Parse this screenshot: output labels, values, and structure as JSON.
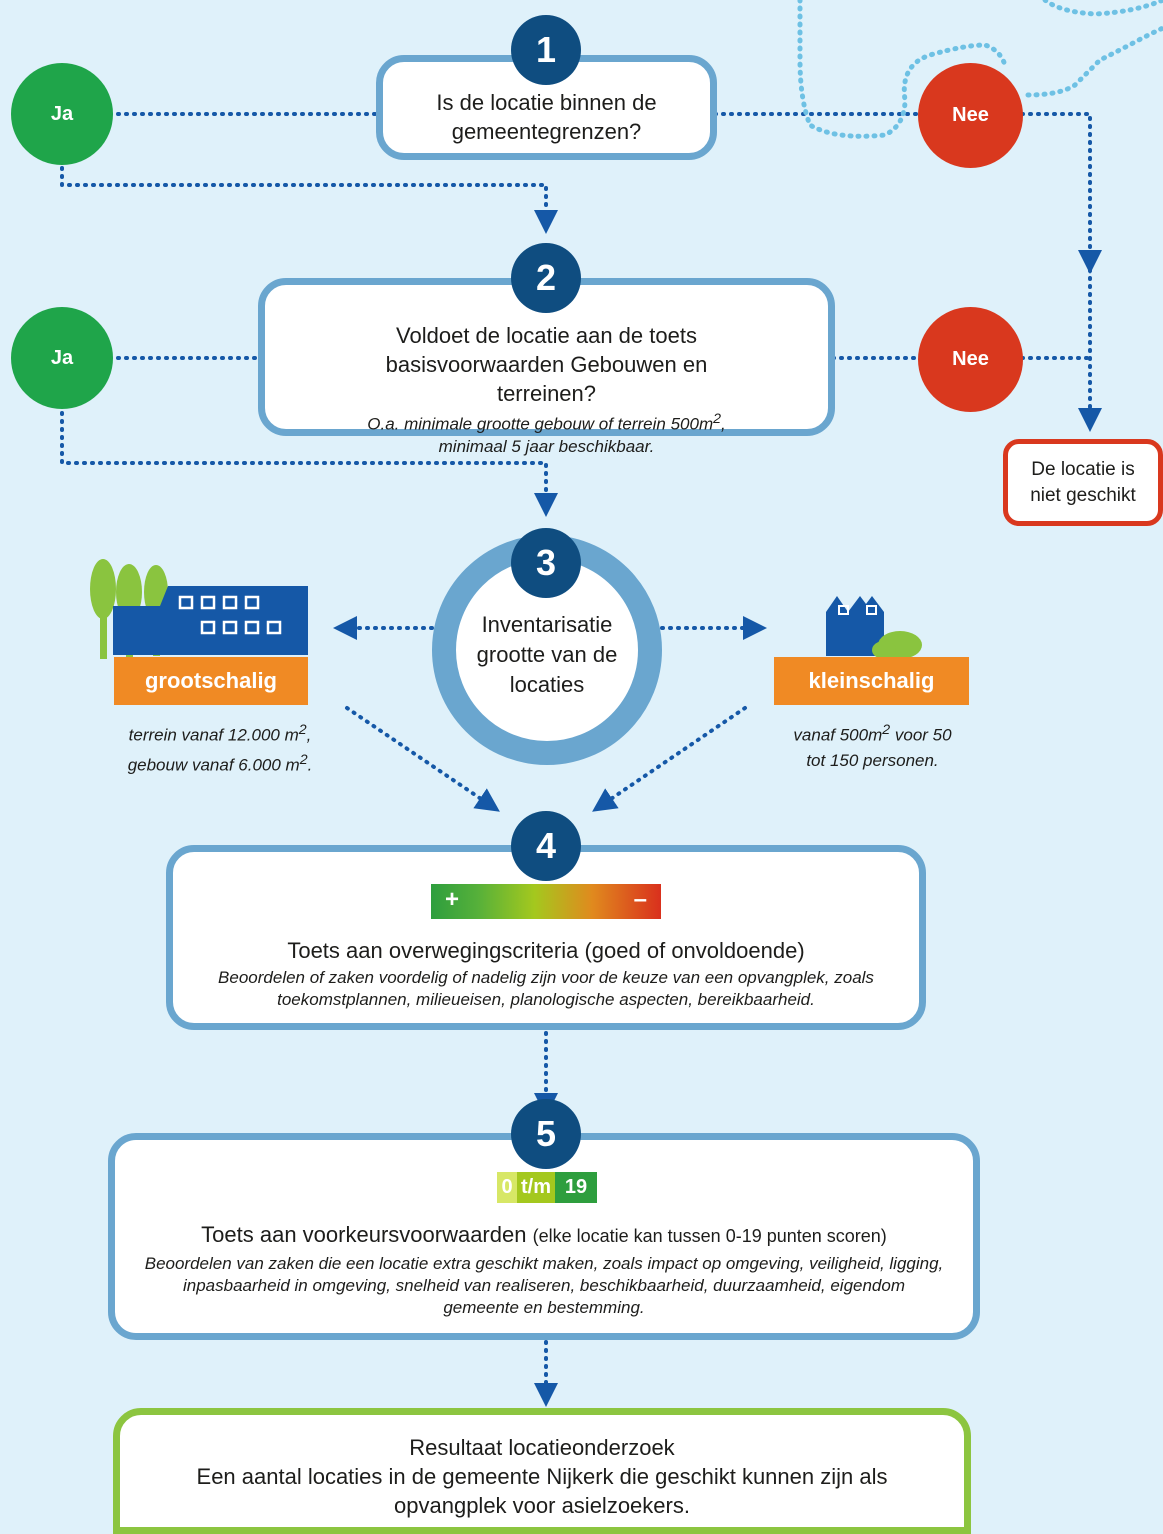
{
  "colors": {
    "background": "#dff1fa",
    "box_border": "#6aa6cf",
    "step_badge": "#0f4d80",
    "ja": "#1fa54a",
    "nee": "#d9381e",
    "tag": "#f08a24",
    "result_border": "#8cc540",
    "building": "#1558a7",
    "tree": "#8ac43f"
  },
  "steps": {
    "s1": {
      "number": "1",
      "question": "Is de locatie binnen de gemeentegrenzen?"
    },
    "s2": {
      "number": "2",
      "question": "Voldoet de locatie aan de toets basisvoorwaarden Gebouwen en terreinen?",
      "note_before_unit": "O.a. minimale grootte gebouw of terrein 500m",
      "note_unit_exp": "2",
      "note_after_unit": ",",
      "note_line2": "minimaal 5 jaar beschikbaar."
    },
    "s3": {
      "number": "3",
      "text": "Inventarisatie grootte van de locaties"
    },
    "s4": {
      "number": "4",
      "plus": "+",
      "minus": "–",
      "title": "Toets aan overwegingscriteria (goed of onvoldoende)",
      "description": "Beoordelen of zaken voordelig of nadelig zijn voor de keuze van een opvangplek, zoals toekomstplannen, milieueisen, planologische aspecten, bereikbaarheid."
    },
    "s5": {
      "number": "5",
      "score_zero": "0",
      "score_tm": "t/m",
      "score_max": "19",
      "title": "Toets aan voorkeursvoorwaarden",
      "title_note": "(elke locatie kan tussen 0-19 punten scoren)",
      "description": "Beoordelen van zaken die een locatie extra geschikt maken, zoals impact op omgeving, veiligheid, ligging, inpasbaarheid in omgeving, snelheid van realiseren, beschikbaarheid, duurzaamheid, eigendom gemeente en bestemming."
    }
  },
  "answers": {
    "ja": "Ja",
    "nee": "Nee"
  },
  "not_suitable": "De locatie is niet geschikt",
  "large_scale": {
    "label": "grootschalig",
    "cap1_pre": "terrein vanaf 12.000 m",
    "cap1_exp": "2",
    "cap1_post": ",",
    "cap2_pre": "gebouw vanaf 6.000 m",
    "cap2_exp": "2",
    "cap2_post": "."
  },
  "small_scale": {
    "label": "kleinschalig",
    "cap1_pre": "vanaf 500m",
    "cap1_exp": "2",
    "cap1_post": " voor 50",
    "cap2": "tot 150 personen."
  },
  "result": {
    "title": "Resultaat locatieonderzoek",
    "text": "Een aantal locaties in de gemeente Nijkerk die geschikt kunnen zijn als opvangplek voor asielzoekers."
  }
}
